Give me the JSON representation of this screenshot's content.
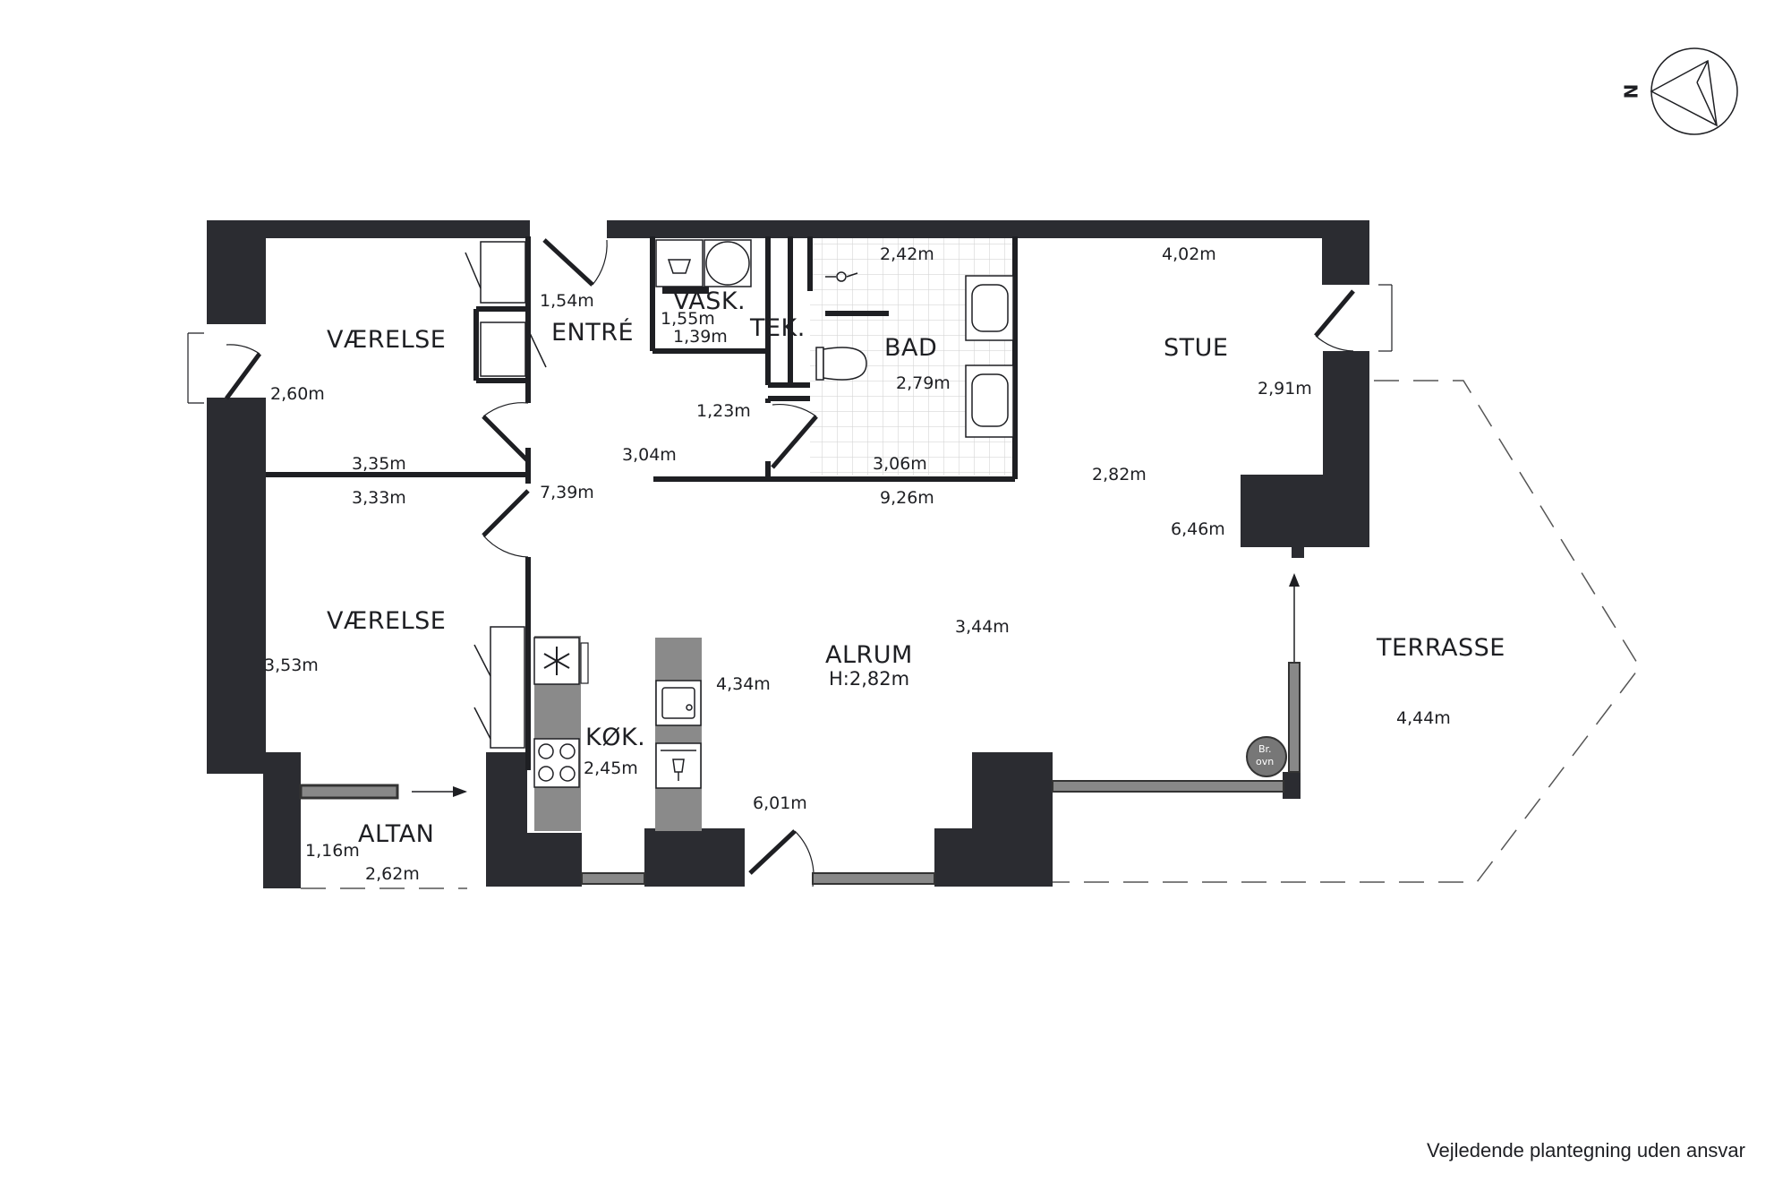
{
  "rooms": {
    "vaerelse_1": "VÆRELSE",
    "entre": "ENTRÉ",
    "vask": "VASK.",
    "tek": "TEK.",
    "bad": "BAD",
    "stue": "STUE",
    "vaerelse_2": "VÆRELSE",
    "alrum": "ALRUM",
    "alrum_height": "H:2,82m",
    "terrasse": "TERRASSE",
    "kok": "KØK.",
    "altan": "ALTAN"
  },
  "dimensions": {
    "entre_top": "1,54m",
    "vask_width": "1,55m",
    "vask_depth": "1,39m",
    "bad_top": "2,42m",
    "stue_top": "4,02m",
    "vaerelse1_side": "2,60m",
    "bad_side": "2,79m",
    "stue_side": "2,91m",
    "tek_side": "1,23m",
    "vaerelse1_bottom": "3,35m",
    "entre_side": "3,04m",
    "bad_bottom": "3,06m",
    "vaerelse2_top": "3,33m",
    "hall_length": "7,39m",
    "alrum_top": "9,26m",
    "stue_mid": "2,82m",
    "stue_bottom": "6,46m",
    "alrum_mid": "3,44m",
    "vaerelse2_side": "3,53m",
    "kok_side": "4,34m",
    "terrasse_side": "4,44m",
    "kok_width": "2,45m",
    "alrum_bottom": "6,01m",
    "altan_side": "1,16m",
    "altan_width": "2,62m"
  },
  "fixtures": {
    "oven_line1": "Br.",
    "oven_line2": "ovn"
  },
  "compass": {
    "north_label": "N"
  },
  "disclaimer": "Vejledende plantegning uden ansvar",
  "colors": {
    "wall": "#2b2c31",
    "ink": "#1e1f23",
    "tile_line": "#d6d6d6",
    "counter": "#8a8a8a",
    "window_frame": "#555555"
  }
}
